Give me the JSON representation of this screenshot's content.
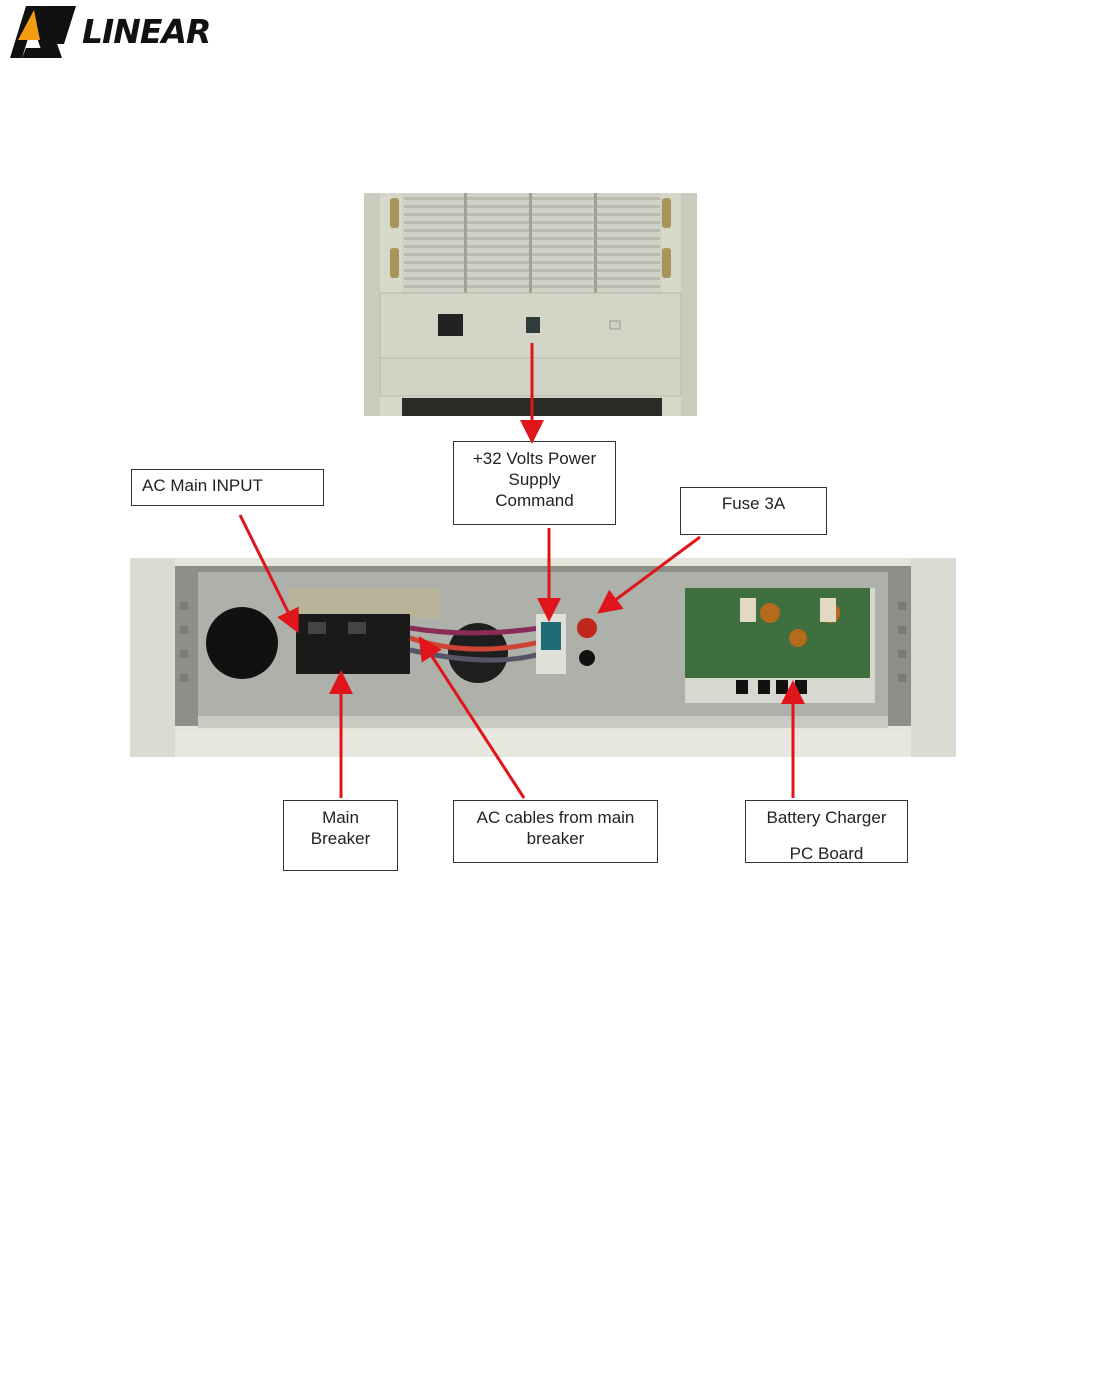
{
  "header": {
    "logo_text": "LINEAR",
    "brand_color": "#f39c12"
  },
  "figure": {
    "callouts": {
      "ac_main_input": "AC Main INPUT",
      "power_supply_command": [
        "+32 Volts Power",
        "Supply",
        "Command"
      ],
      "fuse": "Fuse 3A",
      "main_breaker": [
        "Main",
        "Breaker"
      ],
      "ac_cables": [
        "AC cables from main",
        "breaker"
      ],
      "battery_charger": [
        "Battery Charger",
        "PC Board"
      ]
    },
    "arrow_color": "#e0141b"
  }
}
